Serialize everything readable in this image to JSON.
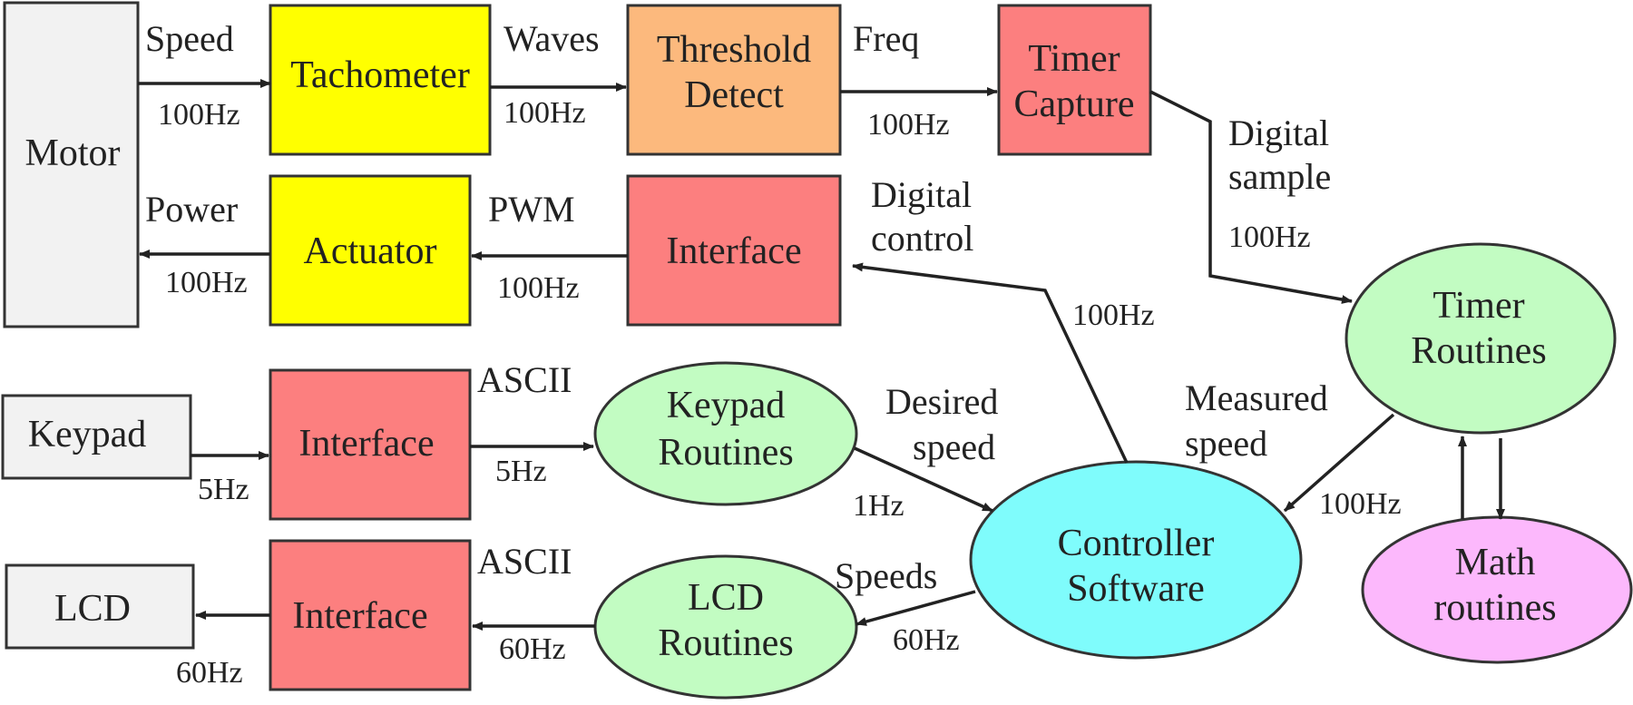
{
  "colors": {
    "gray": "#f2f2f2",
    "yellow": "#ffff00",
    "orange": "#fcb97d",
    "red": "#fc7f7f",
    "green": "#c2fcc2",
    "cyan": "#7ffcfc",
    "pink": "#fcb8fc"
  },
  "nodes": {
    "motor": {
      "lines": [
        "Motor"
      ]
    },
    "tachometer": {
      "lines": [
        "Tachometer"
      ]
    },
    "threshold": {
      "lines": [
        "Threshold",
        "Detect"
      ]
    },
    "timer_capture": {
      "lines": [
        "Timer",
        "Capture"
      ]
    },
    "actuator": {
      "lines": [
        "Actuator"
      ]
    },
    "interface_pwm": {
      "lines": [
        "Interface"
      ]
    },
    "keypad": {
      "lines": [
        "Keypad"
      ]
    },
    "interface_keypad": {
      "lines": [
        "Interface"
      ]
    },
    "lcd": {
      "lines": [
        "LCD"
      ]
    },
    "interface_lcd": {
      "lines": [
        "Interface"
      ]
    },
    "keypad_routines": {
      "lines": [
        "Keypad",
        "Routines"
      ]
    },
    "lcd_routines": {
      "lines": [
        "LCD",
        "Routines"
      ]
    },
    "controller": {
      "lines": [
        "Controller",
        "Software"
      ]
    },
    "timer_routines": {
      "lines": [
        "Timer",
        "Routines"
      ]
    },
    "math": {
      "lines": [
        "Math",
        "routines"
      ]
    }
  },
  "edges": {
    "speed": {
      "label": [
        "Speed"
      ],
      "rate": "100Hz"
    },
    "waves": {
      "label": [
        "Waves"
      ],
      "rate": "100Hz"
    },
    "freq": {
      "label": [
        "Freq"
      ],
      "rate": "100Hz"
    },
    "digital_sample": {
      "label": [
        "Digital",
        "sample"
      ],
      "rate": "100Hz"
    },
    "power": {
      "label": [
        "Power"
      ],
      "rate": "100Hz"
    },
    "pwm": {
      "label": [
        "PWM"
      ],
      "rate": "100Hz"
    },
    "digital_control": {
      "label": [
        "Digital",
        "control"
      ],
      "rate": "100Hz"
    },
    "keypad_in": {
      "rate": "5Hz"
    },
    "ascii_keypad": {
      "label": [
        "ASCII"
      ],
      "rate": "5Hz"
    },
    "desired_speed": {
      "label": [
        "Desired",
        "speed"
      ],
      "rate": "1Hz"
    },
    "measured_speed": {
      "label": [
        "Measured",
        "speed"
      ],
      "rate": "100Hz"
    },
    "speeds": {
      "label": [
        "Speeds"
      ],
      "rate": "60Hz"
    },
    "ascii_lcd": {
      "label": [
        "ASCII"
      ],
      "rate": "60Hz"
    },
    "lcd_out": {
      "rate": "60Hz"
    }
  }
}
